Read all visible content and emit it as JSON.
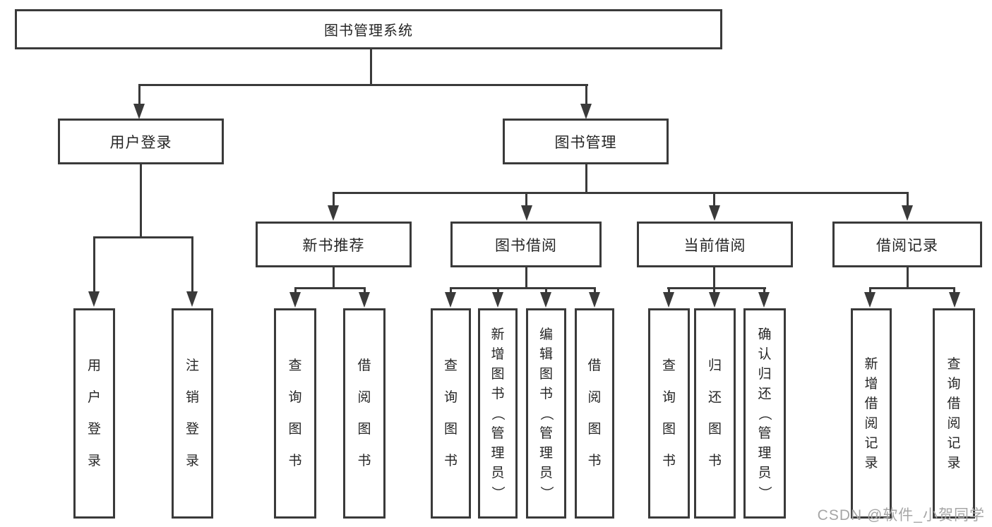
{
  "title": "图书管理系统",
  "branches": {
    "user_login": {
      "label": "用户登录",
      "children": [
        "用户登录",
        "注销登录"
      ]
    },
    "book_mgmt": {
      "label": "图书管理",
      "sections": {
        "new_books": {
          "label": "新书推荐",
          "children": [
            "查询图书",
            "借阅图书"
          ]
        },
        "borrowing": {
          "label": "图书借阅",
          "children": [
            "查询图书",
            "新增图书（管理员）",
            "编辑图书（管理员）",
            "借阅图书"
          ]
        },
        "current": {
          "label": "当前借阅",
          "children": [
            "查询图书",
            "归还图书",
            "确认归还（管理员）"
          ]
        },
        "records": {
          "label": "借阅记录",
          "children": [
            "新增借阅记录",
            "查询借阅记录"
          ]
        }
      }
    }
  },
  "watermark": "CSDN @软件_小贺同学",
  "colors": {
    "line": "#3a3a3a",
    "text": "#262626",
    "background": "#ffffff",
    "watermark": "#a6a6a6"
  }
}
